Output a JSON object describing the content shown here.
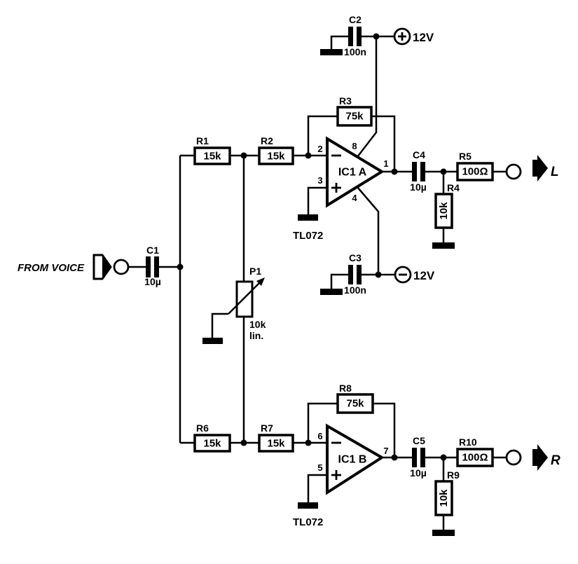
{
  "colors": {
    "ink": "#000000",
    "background": "#ffffff"
  },
  "input": {
    "label": "FROM VOICE"
  },
  "outputs": {
    "left": {
      "label": "L"
    },
    "right": {
      "label": "R"
    }
  },
  "power": {
    "positive": {
      "sign": "+",
      "label": "12V"
    },
    "negative": {
      "sign": "−",
      "label": "12V"
    }
  },
  "capacitors": {
    "c1": {
      "ref": "C1",
      "value": "10µ"
    },
    "c2": {
      "ref": "C2",
      "value": "100n"
    },
    "c3": {
      "ref": "C3",
      "value": "100n"
    },
    "c4": {
      "ref": "C4",
      "value": "10µ"
    },
    "c5": {
      "ref": "C5",
      "value": "10µ"
    }
  },
  "resistors": {
    "r1": {
      "ref": "R1",
      "value": "15k"
    },
    "r2": {
      "ref": "R2",
      "value": "15k"
    },
    "r3": {
      "ref": "R3",
      "value": "75k"
    },
    "r4": {
      "ref": "R4",
      "value": "10k"
    },
    "r5": {
      "ref": "R5",
      "value": "100Ω"
    },
    "r6": {
      "ref": "R6",
      "value": "15k"
    },
    "r7": {
      "ref": "R7",
      "value": "15k"
    },
    "r8": {
      "ref": "R8",
      "value": "75k"
    },
    "r9": {
      "ref": "R9",
      "value": "10k"
    },
    "r10": {
      "ref": "R10",
      "value": "100Ω"
    }
  },
  "potentiometer": {
    "ref": "P1",
    "value": "10k",
    "taper": "lin."
  },
  "opamps": {
    "a": {
      "name": "IC1 A",
      "part": "TL072",
      "pins": {
        "inverting": "2",
        "noninverting": "3",
        "output": "1",
        "vplus": "8",
        "vminus": "4"
      }
    },
    "b": {
      "name": "IC1 B",
      "part": "TL072",
      "pins": {
        "inverting": "6",
        "noninverting": "5",
        "output": "7"
      }
    }
  }
}
